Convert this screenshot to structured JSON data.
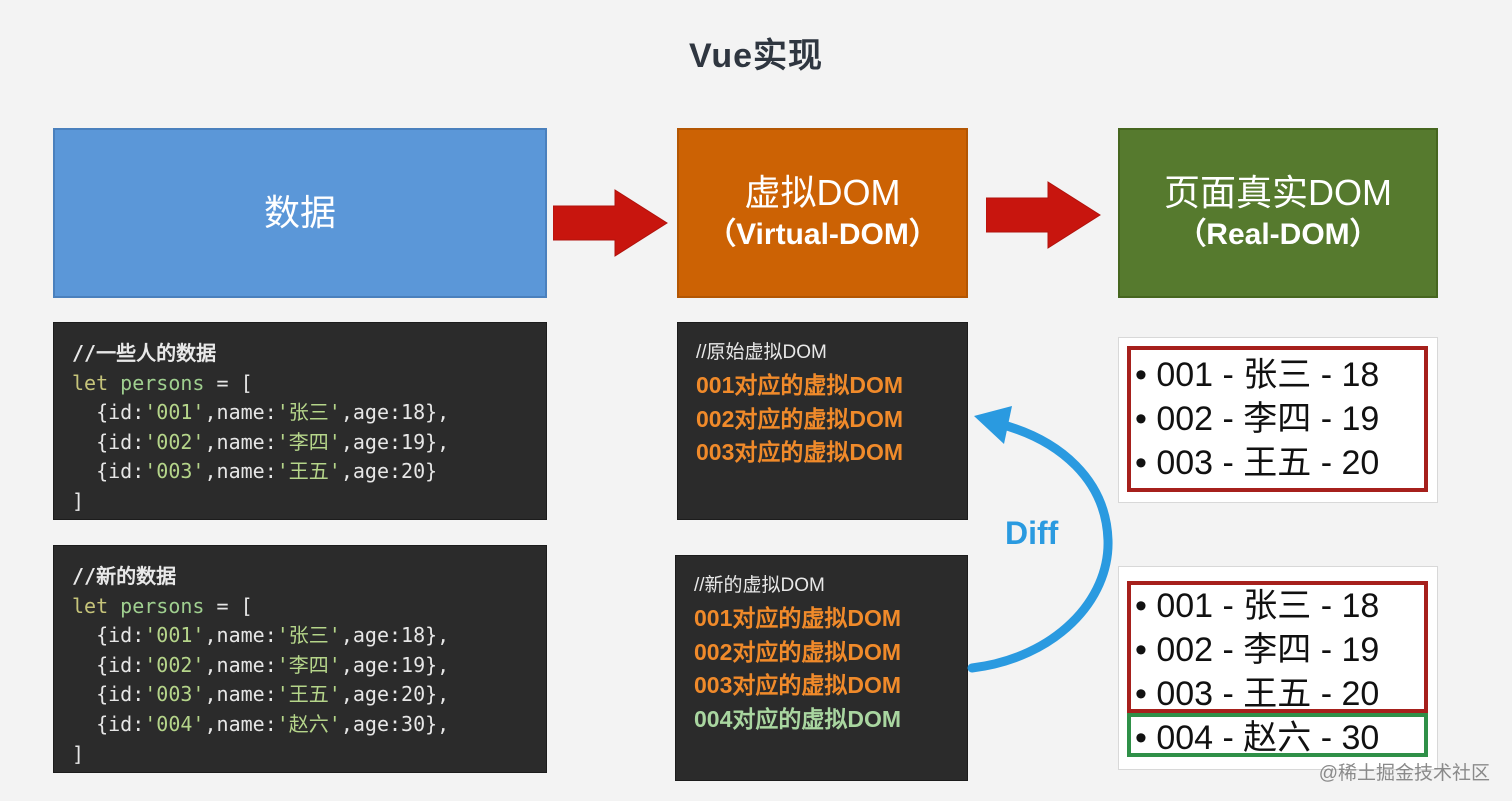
{
  "title": "Vue实现",
  "boxes": {
    "data": {
      "label": "数据"
    },
    "vdom": {
      "label": "虚拟DOM",
      "sub": "（Virtual-DOM）"
    },
    "real": {
      "label": "页面真实DOM",
      "sub": "（Real-DOM）"
    }
  },
  "code_original": {
    "comment": "//一些人的数据",
    "keyword": "let",
    "varname": " persons",
    "assign": " = [",
    "rows": [
      {
        "id": "'001'",
        "name": "'张三'",
        "age": "18",
        "end": "},"
      },
      {
        "id": "'002'",
        "name": "'李四'",
        "age": "19",
        "end": "},"
      },
      {
        "id": "'003'",
        "name": "'王五'",
        "age": "20",
        "end": "}"
      }
    ],
    "close": "]"
  },
  "code_new": {
    "comment": "//新的数据",
    "keyword": "let",
    "varname": " persons",
    "assign": " = [",
    "rows": [
      {
        "id": "'001'",
        "name": "'张三'",
        "age": "18",
        "end": "},"
      },
      {
        "id": "'002'",
        "name": "'李四'",
        "age": "19",
        "end": "},"
      },
      {
        "id": "'003'",
        "name": "'王五'",
        "age": "20",
        "end": "},"
      },
      {
        "id": "'004'",
        "name": "'赵六'",
        "age": "30",
        "end": "},"
      }
    ],
    "close": "]"
  },
  "code_tokens": {
    "open": "{id:",
    "name_key": ",name:",
    "age_key": ",age:"
  },
  "vdom_original": {
    "comment": "//原始虚拟DOM",
    "items": [
      "001对应的虚拟DOM",
      "002对应的虚拟DOM",
      "003对应的虚拟DOM"
    ]
  },
  "vdom_new": {
    "comment": "//新的虚拟DOM",
    "items": [
      "001对应的虚拟DOM",
      "002对应的虚拟DOM",
      "003对应的虚拟DOM"
    ],
    "new_item": "004对应的虚拟DOM"
  },
  "real_original": [
    "• 001 - 张三 - 18",
    "• 002 - 李四 - 19",
    "• 003 - 王五 - 20"
  ],
  "real_new": [
    "• 001 - 张三 - 18",
    "• 002 - 李四 - 19",
    "• 003 - 王五 - 20"
  ],
  "real_new_added": "• 004 - 赵六 - 30",
  "diff_label": "Diff",
  "watermark": "@稀土掘金技术社区",
  "colors": {
    "data_box": "#5b97d8",
    "vdom_box": "#cc6204",
    "real_box": "#567a2e",
    "arrow": "#c8150e",
    "diff": "#2a9ae0",
    "reused_border": "#a6201c",
    "added_border": "#2f9048"
  }
}
